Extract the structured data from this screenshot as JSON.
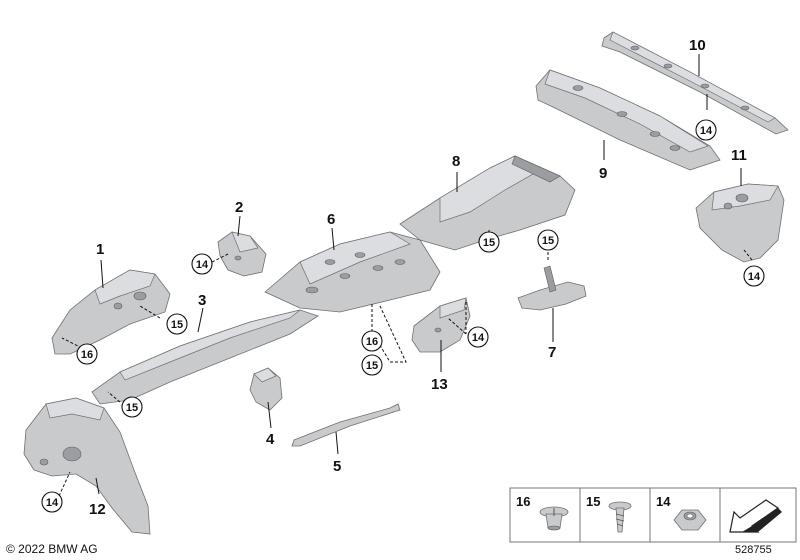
{
  "diagram": {
    "part_numbers": {
      "p1": "1",
      "p2": "2",
      "p3": "3",
      "p4": "4",
      "p5": "5",
      "p6": "6",
      "p7": "7",
      "p8": "8",
      "p9": "9",
      "p10": "10",
      "p11": "11",
      "p12": "12",
      "p13": "13"
    },
    "callouts": {
      "c14": "14",
      "c15": "15",
      "c16": "16"
    },
    "legend": {
      "item_16": "16",
      "item_15": "15",
      "item_14": "14"
    },
    "copyright": "© 2022 BMW AG",
    "reference_number": "528755"
  }
}
